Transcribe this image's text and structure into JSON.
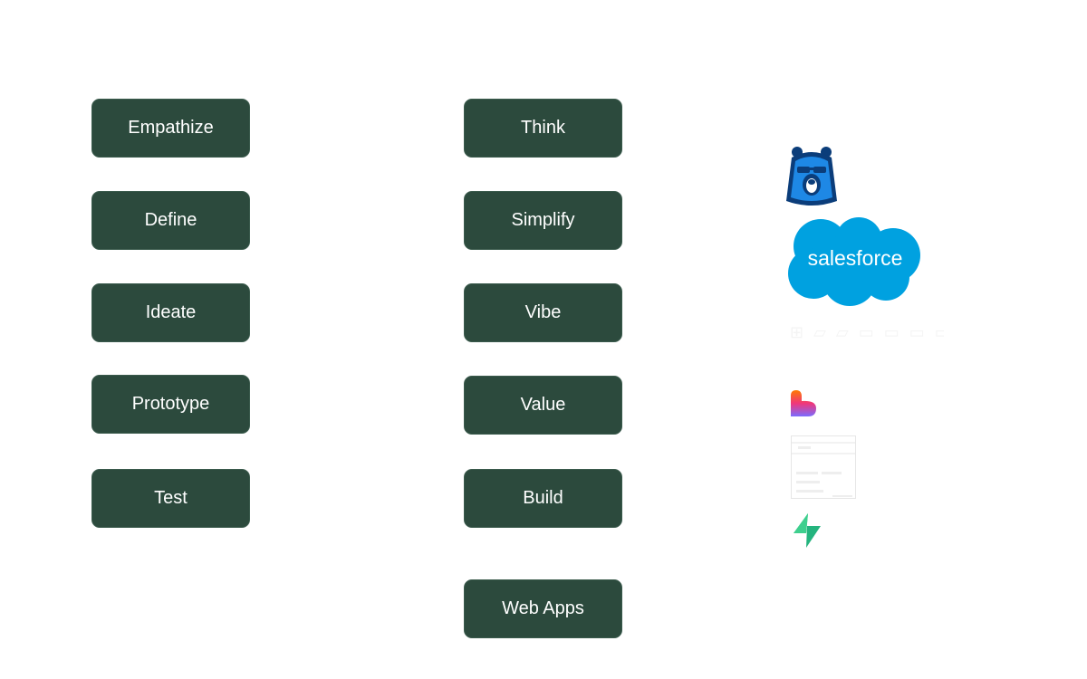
{
  "column_left": {
    "items": [
      "Empathize",
      "Define",
      "Ideate",
      "Prototype",
      "Test"
    ]
  },
  "column_middle": {
    "items": [
      "Think",
      "Simplify",
      "Vibe",
      "Value",
      "Build",
      "Web Apps"
    ]
  },
  "logos": {
    "bear": "bear-mascot-logo",
    "salesforce": {
      "name": "salesforce-logo",
      "text": "salesforce"
    },
    "faint": "faint-wordmark-logo",
    "heart": "gradient-heart-logo",
    "screenshot": "app-screenshot-thumbnail",
    "bolt": "green-lightning-bolt-logo"
  },
  "colors": {
    "box": "#2c4a3d",
    "box_text": "#ffffff",
    "salesforce_blue": "#00a1e0",
    "bear_dark": "#0b3d7a",
    "bear_light": "#1e88e5",
    "bolt_green": "#3ecf8e"
  }
}
